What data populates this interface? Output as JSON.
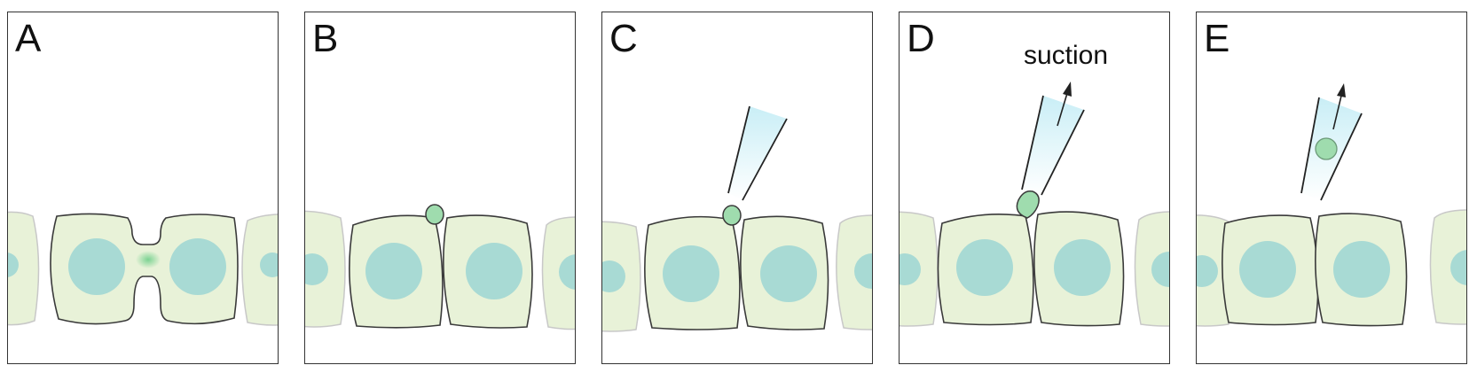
{
  "panels": [
    {
      "label": "A",
      "annotation": ""
    },
    {
      "label": "B",
      "annotation": ""
    },
    {
      "label": "C",
      "annotation": ""
    },
    {
      "label": "D",
      "annotation": "suction"
    },
    {
      "label": "E",
      "annotation": ""
    }
  ],
  "colors": {
    "cell_fill": "#e8f2d8",
    "nucleus": "#a8dad4",
    "vesicle": "#9fdcae",
    "pipette_fill": "#d6f2f8",
    "outline": "#3a3a3a",
    "faint_outline": "#c8c8c8"
  }
}
